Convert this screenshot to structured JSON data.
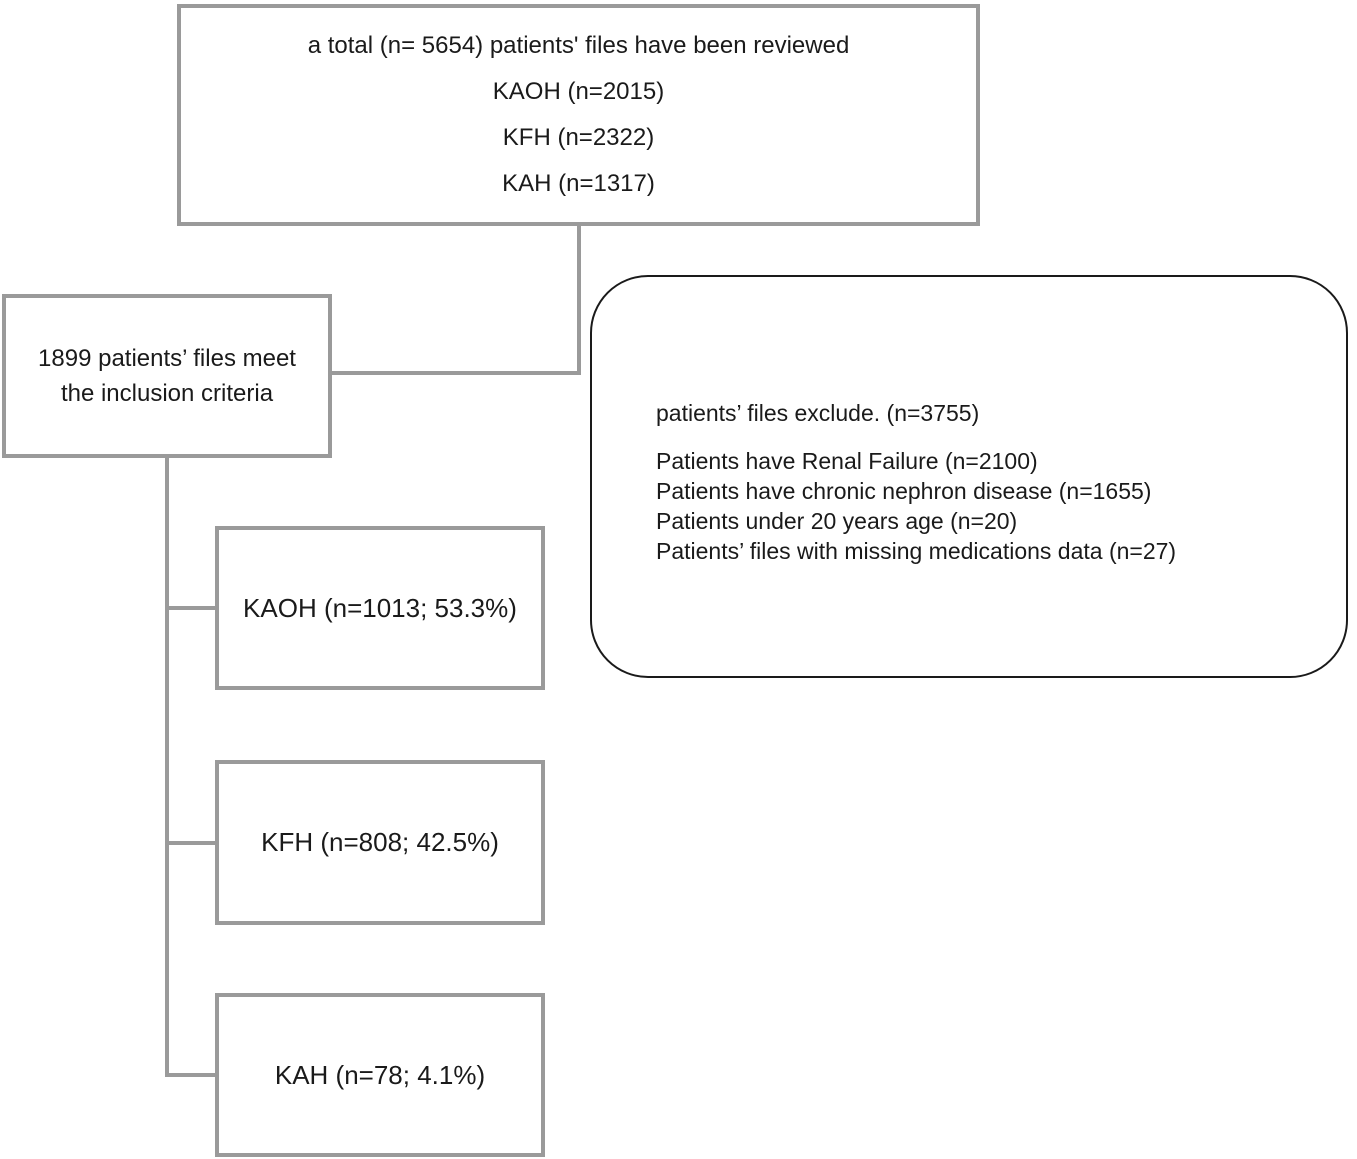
{
  "figure": {
    "kind": "patient-flow-diagram",
    "colors": {
      "box_border": "#9a9a9a",
      "connector": "#9a9a9a",
      "exclusion_box_border": "#1a1a1a",
      "text": "#1a1a1a",
      "background": "#ffffff"
    },
    "total_box": {
      "lines": [
        "a total (n= 5654) patients' files have been reviewed",
        "KAOH (n=2015)",
        "KFH (n=2322)",
        "KAH (n=1317)"
      ]
    },
    "inclusion_box": {
      "lines": [
        "1899 patients’ files meet",
        "the inclusion criteria"
      ]
    },
    "exclusion_box": {
      "title": "patients’ files exclude. (n=3755)",
      "reasons": [
        "Patients have Renal Failure (n=2100)",
        "Patients have chronic nephron disease (n=1655)",
        "Patients under 20 years age (n=20)",
        "Patients’ files with missing medications data (n=27)"
      ]
    },
    "site_boxes": [
      {
        "label": "KAOH (n=1013; 53.3%)"
      },
      {
        "label": "KFH (n=808; 42.5%)"
      },
      {
        "label": "KAH (n=78; 4.1%)"
      }
    ]
  }
}
